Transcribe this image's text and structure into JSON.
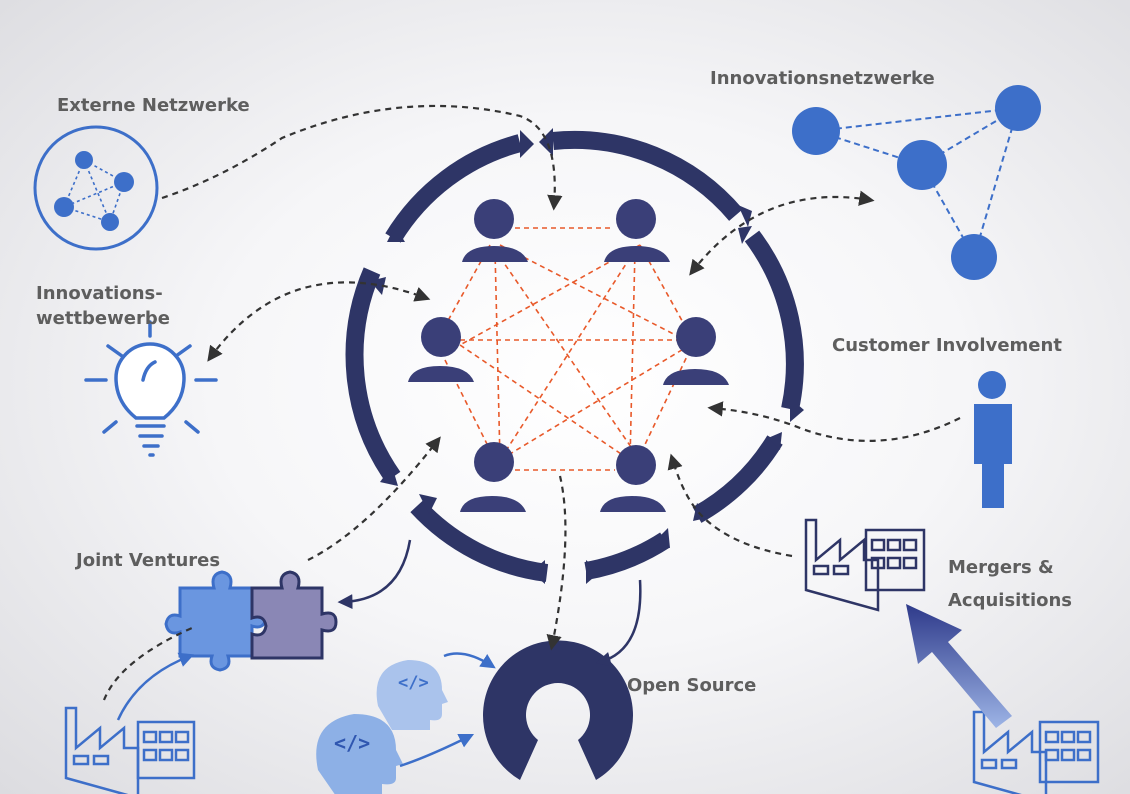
{
  "labels": {
    "externe_netzwerke": "Externe Netzwerke",
    "innovationsnetzwerke": "Innovationsnetzwerke",
    "innovationswettbewerbe_line1": "Innovations-",
    "innovationswettbewerbe_line2": "wettbewerbe",
    "customer_involvement": "Customer Involvement",
    "joint_ventures": "Joint Ventures",
    "mergers_line1": "Mergers &",
    "mergers_line2": "Acquisitions",
    "open_source": "Open Source"
  },
  "code_glyph": "</>",
  "colors": {
    "navy": "#2e3566",
    "blue": "#3d6fc9",
    "light_blue": "#7fa6de",
    "orange": "#e8592a",
    "text_gray": "#5e5e5e",
    "dash": "#333333"
  }
}
